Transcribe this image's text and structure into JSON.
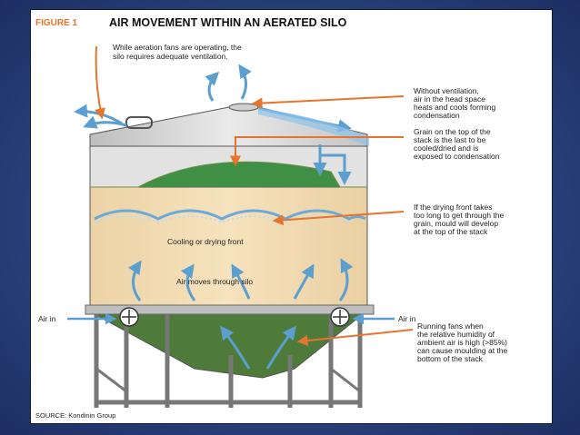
{
  "figure": {
    "number_label": "FIGURE 1",
    "title": "AIR MOVEMENT WITHIN AN AERATED SILO",
    "source": "SOURCE: Kondinin Group"
  },
  "callouts": {
    "fans_ventilation": [
      "While aeration fans are operating, the",
      "silo requires adequate ventilation."
    ],
    "without_ventilation": [
      "Without ventilation,",
      "air in the head space",
      "heats and cools forming",
      "condensation"
    ],
    "grain_top": [
      "Grain on the top of the",
      "stack is the last to be",
      "cooled/dried and is",
      "exposed to condensation"
    ],
    "drying_front": [
      "If the drying front takes",
      "too long to get through the",
      "grain, mould will develop",
      "at the top of the stack"
    ],
    "running_fans": [
      "Running fans when",
      "the relative humidity of",
      "ambient air is high (>85%)",
      "can cause moulding at the",
      "bottom of the stack"
    ]
  },
  "labels": {
    "cooling_front": "Cooling or drying front",
    "air_moves": "Air moves through silo",
    "air_in_left": "Air in",
    "air_in_right": "Air in"
  },
  "colors": {
    "background": "#2b437f",
    "arrow_orange": "#e8742c",
    "air_blue": "#5b9fd0",
    "grain": "#f3dcb4",
    "green_top": "#3f8f45",
    "silo_roof": "#d9d9d9"
  }
}
